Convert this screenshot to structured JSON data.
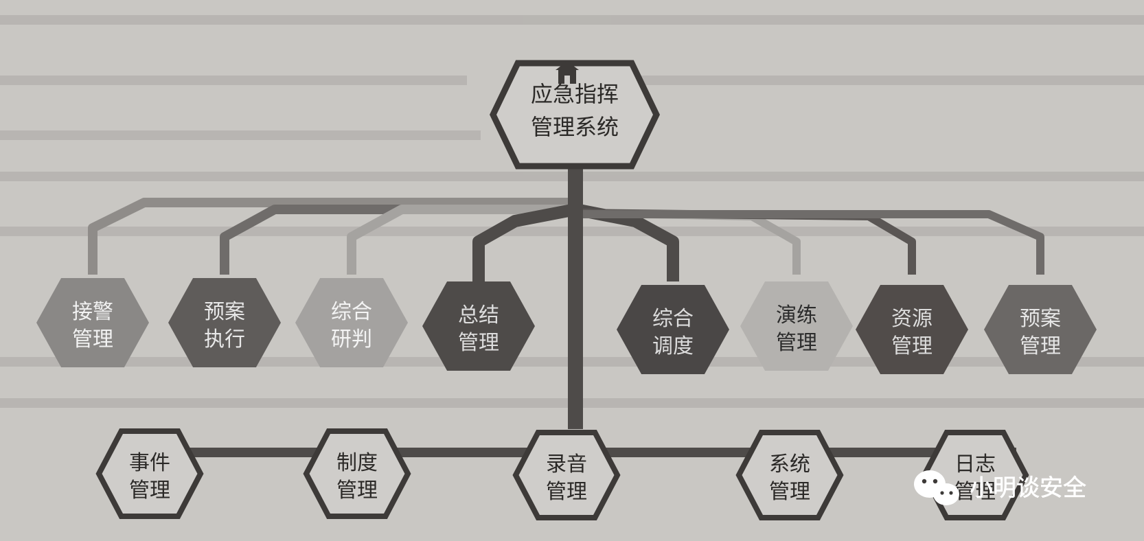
{
  "root": {
    "line1": "应急指挥",
    "line2": "管理系统",
    "icon": "house-icon"
  },
  "upper_modules": [
    {
      "id": "jiejing",
      "line1": "接警",
      "line2": "管理",
      "fill": "#8a8886",
      "text_color": "#f2f2f2"
    },
    {
      "id": "yuan-zhixing",
      "line1": "预案",
      "line2": "执行",
      "fill": "#5f5c5a",
      "text_color": "#e8e8e8"
    },
    {
      "id": "zonghe-yanpan",
      "line1": "综合",
      "line2": "研判",
      "fill": "#a4a2a0",
      "text_color": "#f4f4f4"
    },
    {
      "id": "zongjie",
      "line1": "总结",
      "line2": "管理",
      "fill": "#4e4b49",
      "text_color": "#dddddd"
    },
    {
      "id": "zonghe-diaodu",
      "line1": "综合",
      "line2": "调度",
      "fill": "#4a4746",
      "text_color": "#dddddd"
    },
    {
      "id": "yanlian",
      "line1": "演练",
      "line2": "管理",
      "fill": "#b4b2af",
      "text_color": "#2c2c2c"
    },
    {
      "id": "ziyuan",
      "line1": "资源",
      "line2": "管理",
      "fill": "#514c4a",
      "text_color": "#dcdcdc"
    },
    {
      "id": "yuan-guanli",
      "line1": "预案",
      "line2": "管理",
      "fill": "#6b6866",
      "text_color": "#e6e6e6"
    }
  ],
  "lower_modules": [
    {
      "id": "shijian",
      "line1": "事件",
      "line2": "管理"
    },
    {
      "id": "zhidu",
      "line1": "制度",
      "line2": "管理"
    },
    {
      "id": "luyin",
      "line1": "录音",
      "line2": "管理"
    },
    {
      "id": "xitong",
      "line1": "系统",
      "line2": "管理"
    },
    {
      "id": "rizhi",
      "line1": "日志",
      "line2": "管理"
    }
  ],
  "watermark": {
    "text": "小明谈安全",
    "icon": "wechat-icon"
  },
  "colors": {
    "connector": "#555250",
    "outline": "#3d3a38",
    "light_connector": "#8f8c89"
  }
}
